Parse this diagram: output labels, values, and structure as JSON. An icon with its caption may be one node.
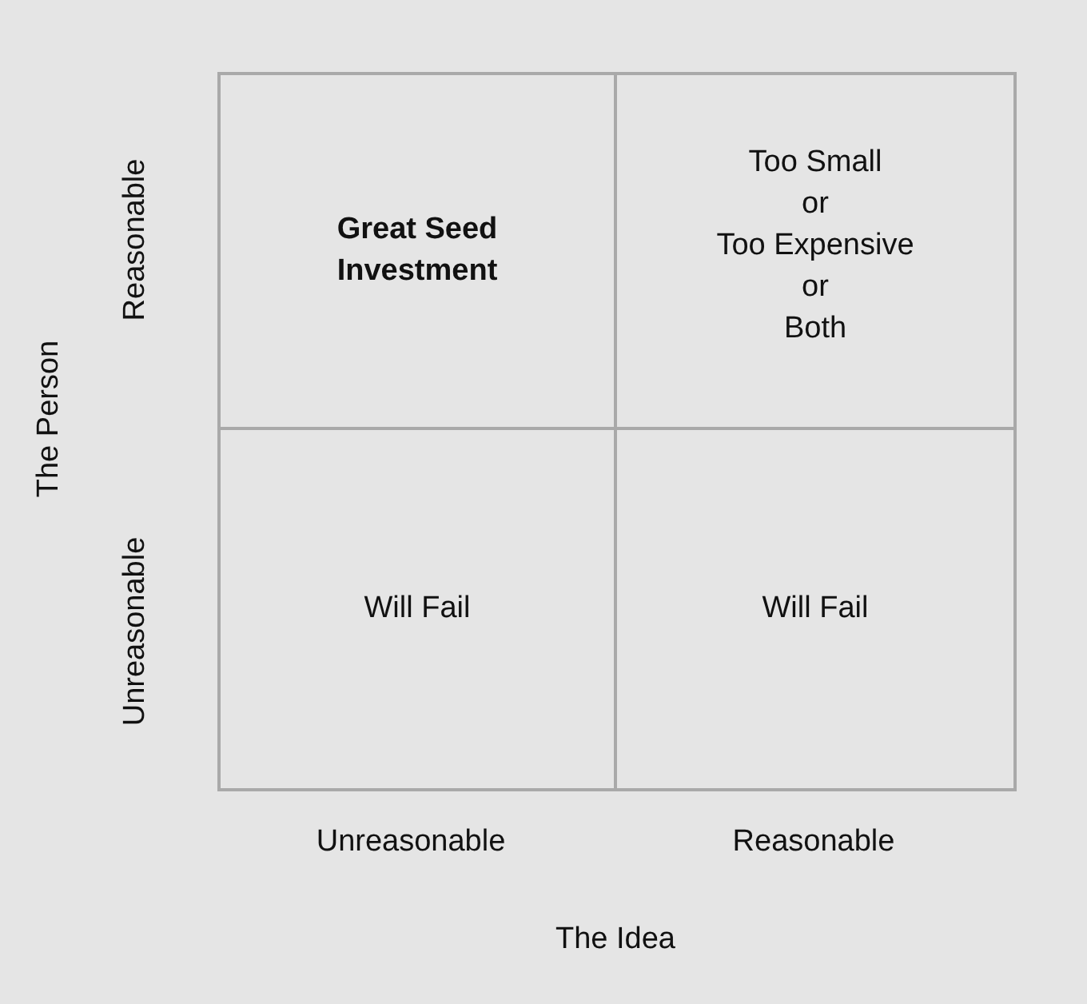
{
  "diagram": {
    "nodes": [
      {
        "text": [
          "Great Seed Investment"
        ]
      },
      {
        "text": [
          "Too Small",
          "or",
          "Too Expensive",
          "or",
          "Both"
        ]
      },
      {
        "text": [
          "Will Fail"
        ]
      },
      {
        "text": [
          "Will Fail"
        ]
      }
    ],
    "labels": [
      "Reasonable",
      "Unreasonable",
      "The Person",
      "Unreasonable",
      "Reasonable",
      "The Idea"
    ]
  }
}
